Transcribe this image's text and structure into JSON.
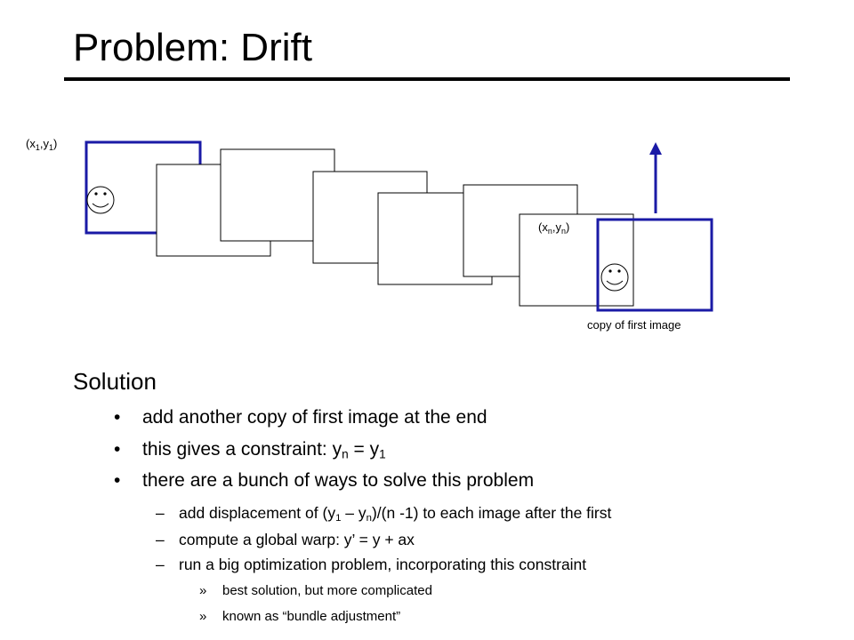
{
  "title": "Problem:  Drift",
  "diagram": {
    "label_start": {
      "x": "(x",
      "s1": "1",
      "comma": ",y",
      "s2": "1",
      "end": ")"
    },
    "label_end": {
      "x": "(x",
      "s1": "n",
      "comma": ",y",
      "s2": "n",
      "end": ")"
    },
    "copy_label": "copy of first image",
    "highlight_color": "#1a1aa6"
  },
  "solution": {
    "heading": "Solution",
    "bullets": [
      {
        "text": "add another copy of first image at the end"
      },
      {
        "pre": "this gives a constraint:  y",
        "sub1": "n",
        "mid": " = y",
        "sub2": "1"
      },
      {
        "text": "there are a bunch of ways to solve this problem"
      }
    ],
    "sub_bullets": [
      {
        "pre": "add displacement of (y",
        "sub1": "1",
        "mid": " – y",
        "sub2": "n",
        "post": ")/(n -1) to each image after the first"
      },
      {
        "text": "compute a global warp:  y’ = y + ax"
      },
      {
        "text": "run a big optimization problem, incorporating this constraint"
      }
    ],
    "sub_sub_bullets": [
      {
        "text": "best solution, but more complicated"
      },
      {
        "text": "known as “bundle adjustment”"
      }
    ],
    "bullet_mark": "•",
    "dash_mark": "–",
    "raquo_mark": "»"
  }
}
